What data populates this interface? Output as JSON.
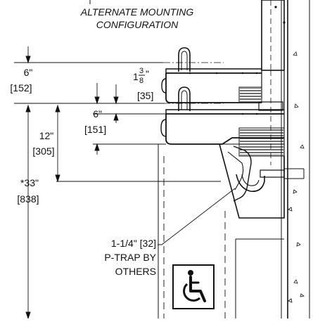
{
  "title": {
    "line1": "ALTERNATE MOUNTING",
    "line2": "CONFIGURATION"
  },
  "dimensions": {
    "upper_spacing": {
      "imperial": "6\"",
      "metric": "[152]"
    },
    "spout_offset": {
      "whole": "1",
      "numerator": "3",
      "denominator": "8",
      "inch_mark": "\"",
      "metric": "[35]"
    },
    "lower_spacing": {
      "imperial": "6\"",
      "metric": "[151]"
    },
    "lower_bowl_height": {
      "imperial": "12\"",
      "metric": "[305]"
    },
    "overall_height": {
      "imperial": "*33\"",
      "metric": "[838]"
    }
  },
  "callouts": {
    "ptrap": {
      "line1": "1-1/4\" [32]",
      "line2": "P-TRAP BY",
      "line3": "OTHERS"
    }
  },
  "icons": {
    "accessibility": "wheelchair-accessibility-icon"
  },
  "colors": {
    "line": "#111111",
    "background": "#ffffff"
  }
}
